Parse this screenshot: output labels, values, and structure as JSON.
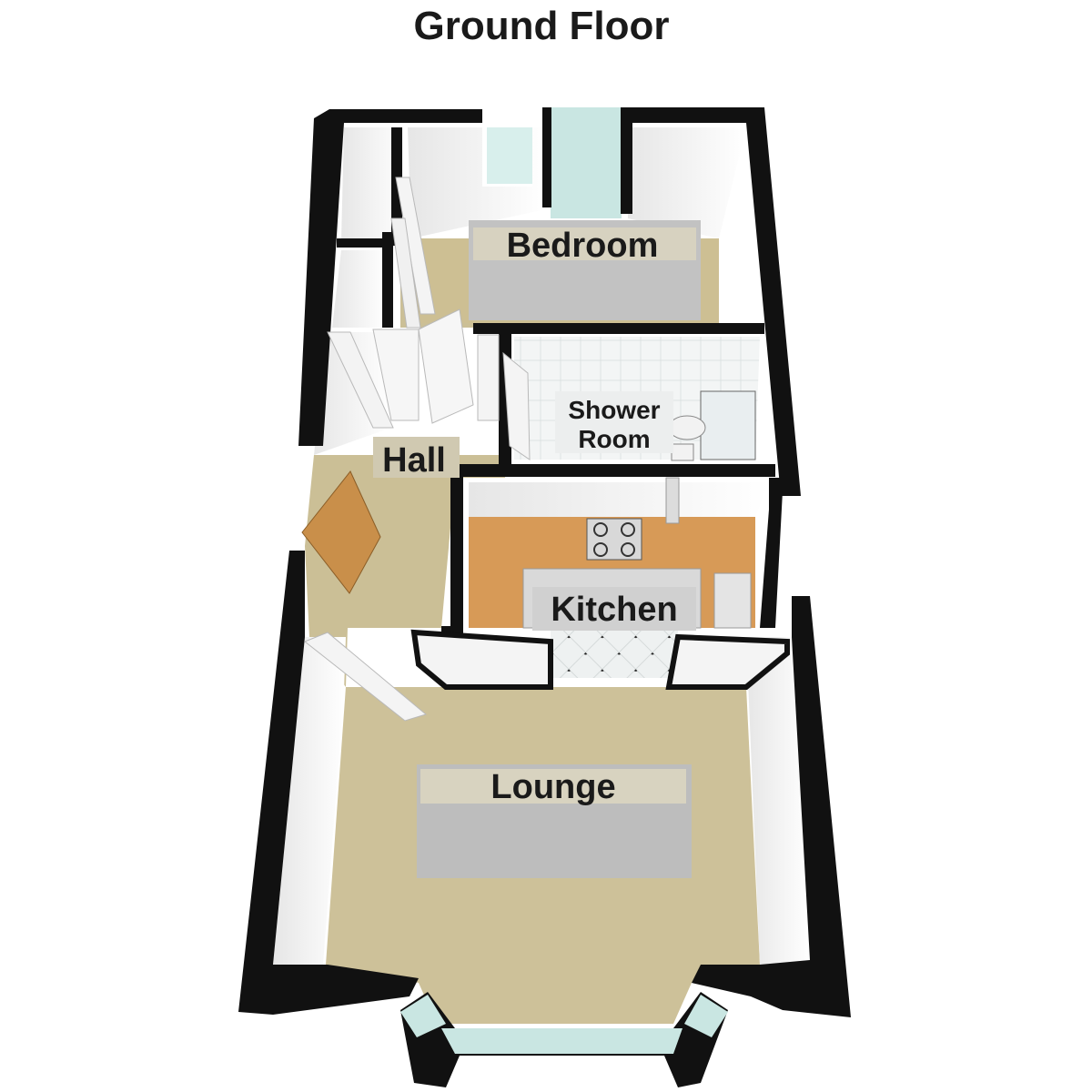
{
  "floor_title": "Ground Floor",
  "rooms": {
    "bedroom": {
      "label": "Bedroom"
    },
    "shower_room": {
      "label_line1": "Shower",
      "label_line2": "Room"
    },
    "hall": {
      "label": "Hall"
    },
    "kitchen": {
      "label": "Kitchen"
    },
    "lounge": {
      "label": "Lounge"
    }
  },
  "colors": {
    "wall": "#111111",
    "wall_side": "#f2f2f2",
    "carpet": "#cbbf96",
    "kitchen_floor": "#d79a57",
    "tile_floor": "#e8ecec",
    "window_glass": "#c9e6e2",
    "door": "#f4f4f4",
    "front_door": "#c98f4a",
    "label_band": "#b7b7b7"
  }
}
